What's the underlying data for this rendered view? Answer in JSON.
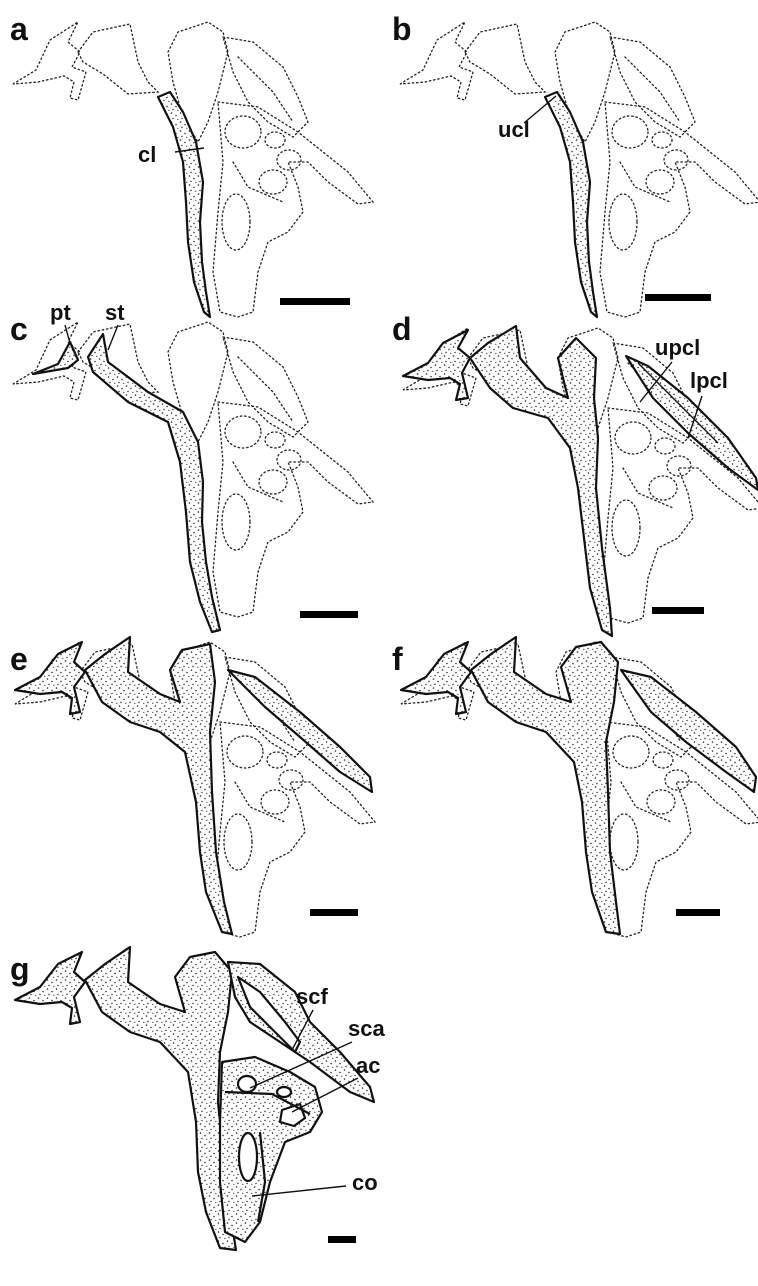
{
  "panels": [
    {
      "id": "a",
      "label": "a",
      "annotations": [
        {
          "text": "cl"
        }
      ]
    },
    {
      "id": "b",
      "label": "b",
      "annotations": [
        {
          "text": "ucl"
        }
      ]
    },
    {
      "id": "c",
      "label": "c",
      "annotations": [
        {
          "text": "pt"
        },
        {
          "text": "st"
        }
      ]
    },
    {
      "id": "d",
      "label": "d",
      "annotations": [
        {
          "text": "upcl"
        },
        {
          "text": "lpcl"
        }
      ]
    },
    {
      "id": "e",
      "label": "e",
      "annotations": []
    },
    {
      "id": "f",
      "label": "f",
      "annotations": []
    },
    {
      "id": "g",
      "label": "g",
      "annotations": [
        {
          "text": "scf"
        },
        {
          "text": "sca"
        },
        {
          "text": "ac"
        },
        {
          "text": "co"
        }
      ]
    }
  ],
  "colors": {
    "ink": "#111111",
    "background": "#ffffff",
    "stipple": "#222222"
  }
}
